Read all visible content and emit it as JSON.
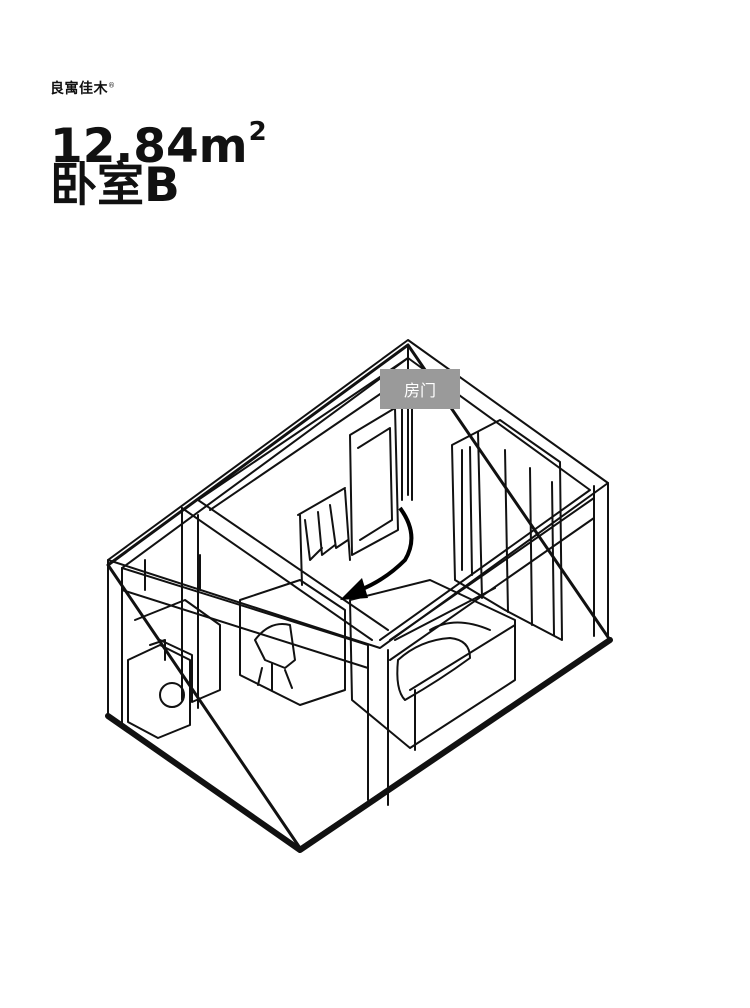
{
  "header": {
    "brand": "良寓佳木",
    "brand_mark": "®",
    "area_value": "12.84m",
    "area_sup": "2",
    "room_name": "卧室B"
  },
  "annotation": {
    "door_label": "房门"
  }
}
